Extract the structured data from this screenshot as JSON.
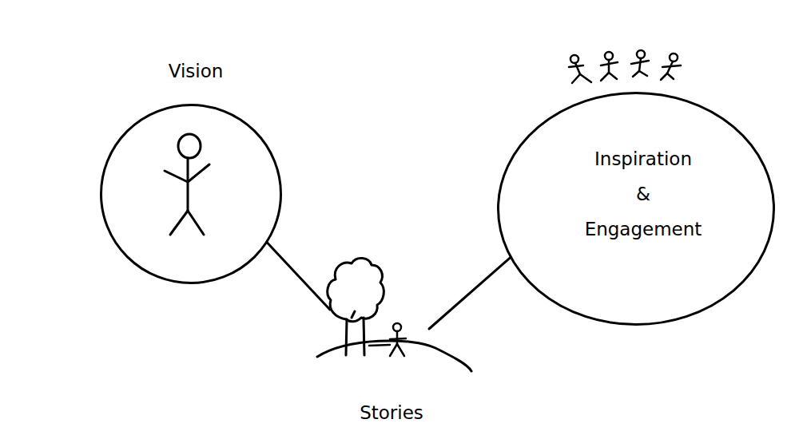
{
  "diagram": {
    "nodes": [
      {
        "text": [
          "Vision"
        ]
      },
      {
        "text": [
          "Inspiration & Engagement"
        ]
      },
      {
        "text": [
          "Stories"
        ]
      }
    ],
    "edges": [
      {
        "from": 0,
        "to": 2,
        "arrow": "none"
      },
      {
        "from": 2,
        "to": 1,
        "arrow": "none"
      }
    ]
  }
}
